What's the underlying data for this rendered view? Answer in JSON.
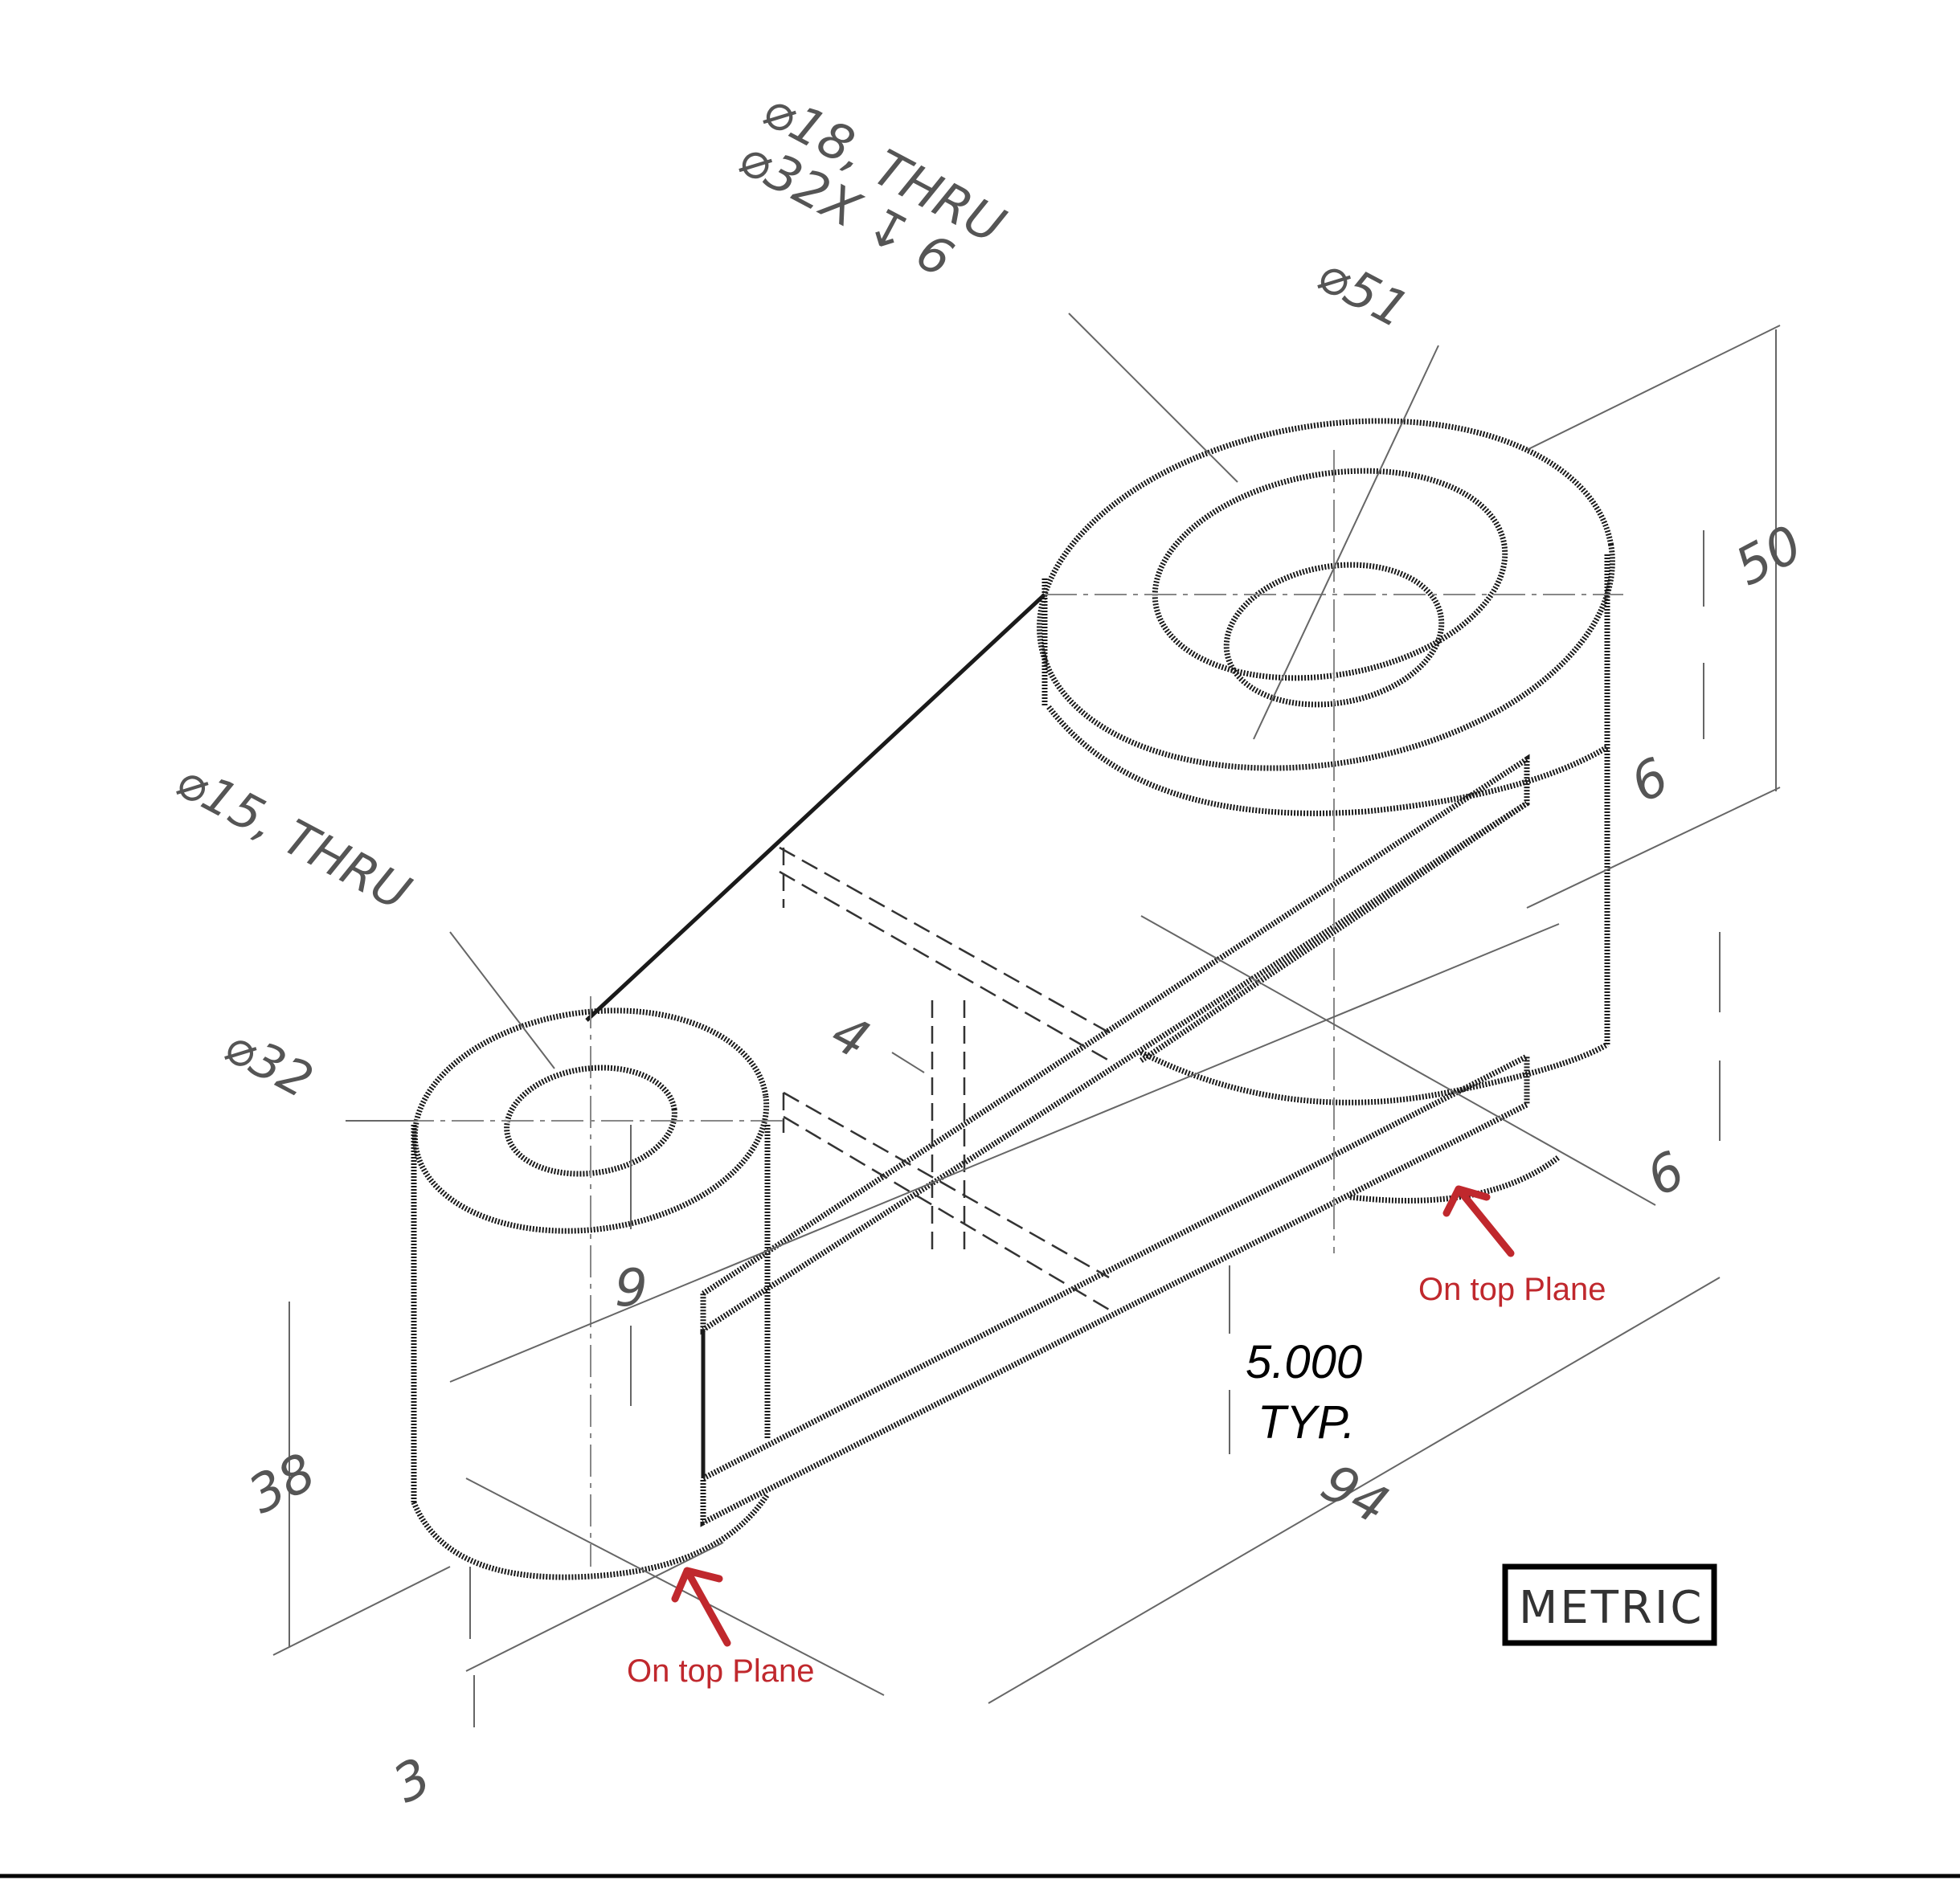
{
  "drawing": {
    "callouts": {
      "large_hole_line1": "⌀18, THRU",
      "large_hole_line2": "⌀32X ↧ 6",
      "large_boss_diameter": "⌀51",
      "small_hole": "⌀15, THRU",
      "small_boss_diameter": "⌀32"
    },
    "dimensions": {
      "overall_height": "50",
      "top_rib_offset": "6",
      "bottom_rib_offset": "6",
      "small_boss_height": "38",
      "small_boss_step": "9",
      "rib_gap": "4",
      "base_offset": "3",
      "center_distance": "94"
    },
    "notes": {
      "rib_thickness_value": "5.000",
      "rib_thickness_suffix": "TYP.",
      "top_plane_right": "On top Plane",
      "top_plane_left": "On top Plane",
      "units_badge": "METRIC"
    }
  }
}
